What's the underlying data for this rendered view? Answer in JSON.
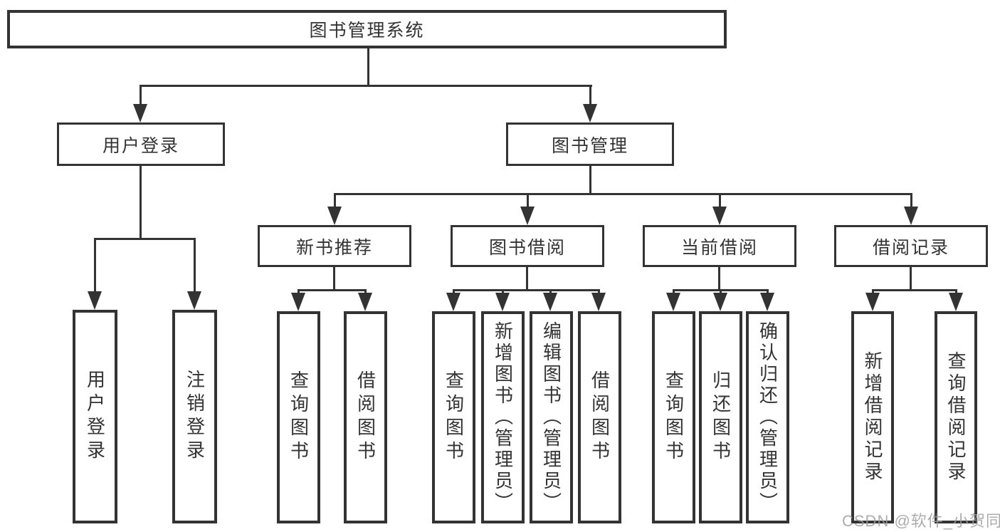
{
  "root": {
    "label": "图书管理系统"
  },
  "user_login": {
    "label": "用户登录",
    "children": [
      {
        "label": "用户登录"
      },
      {
        "label": "注销登录"
      }
    ]
  },
  "book_mgmt": {
    "label": "图书管理",
    "sections": [
      {
        "label": "新书推荐",
        "children": [
          {
            "label": "查询图书"
          },
          {
            "label": "借阅图书"
          }
        ]
      },
      {
        "label": "图书借阅",
        "children": [
          {
            "label": "查询图书"
          },
          {
            "label": "新增图书（管理员）"
          },
          {
            "label": "编辑图书（管理员）"
          },
          {
            "label": "借阅图书"
          }
        ]
      },
      {
        "label": "当前借阅",
        "children": [
          {
            "label": "查询图书"
          },
          {
            "label": "归还图书"
          },
          {
            "label": "确认归还（管理员）"
          }
        ]
      },
      {
        "label": "借阅记录",
        "children": [
          {
            "label": "新增借阅记录"
          },
          {
            "label": "查询借阅记录"
          }
        ]
      }
    ]
  },
  "watermark": "CSDN @软件_小贺同学",
  "colors": {
    "line": "#333333",
    "text": "#333333",
    "watermark": "#9e9e9e",
    "background": "#ffffff"
  }
}
